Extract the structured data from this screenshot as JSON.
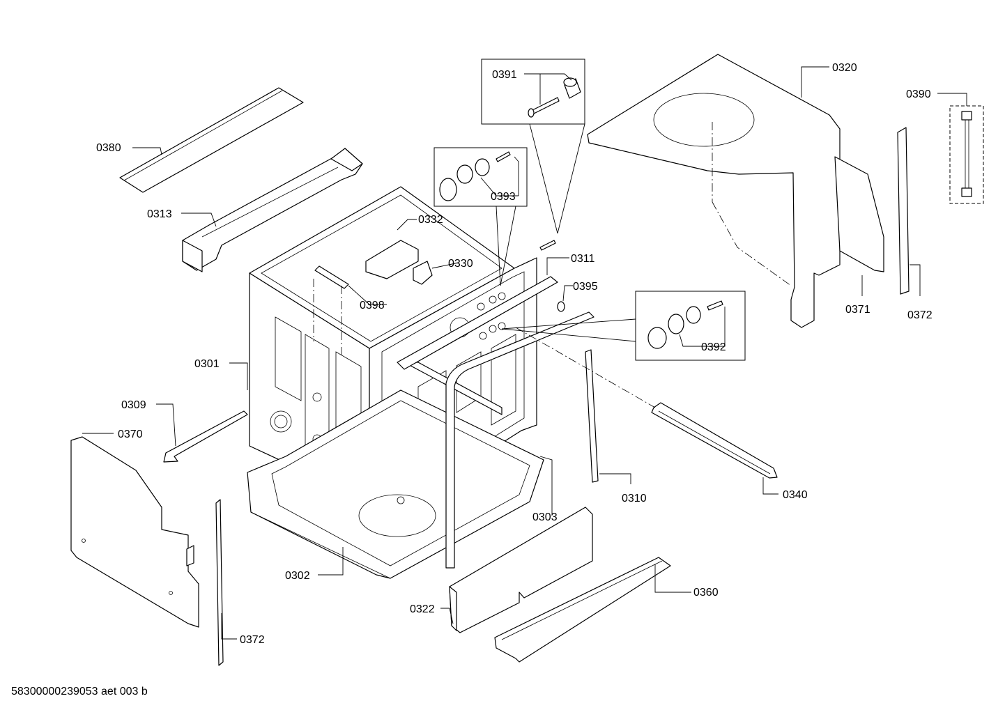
{
  "labels": {
    "l0380": "0380",
    "l0313": "0313",
    "l0332": "0332",
    "l0330": "0330",
    "l0398": "0398",
    "l0301": "0301",
    "l0309": "0309",
    "l0370": "0370",
    "l0372a": "0372",
    "l0302": "0302",
    "l0391": "0391",
    "l0393": "0393",
    "l0311": "0311",
    "l0395": "0395",
    "l0392": "0392",
    "l0303": "0303",
    "l0310": "0310",
    "l0340": "0340",
    "l0322": "0322",
    "l0360": "0360",
    "l0320": "0320",
    "l0371": "0371",
    "l0390": "0390",
    "l0372b": "0372"
  },
  "footer": {
    "doc_id": "58300000239053 aet 003 b"
  }
}
